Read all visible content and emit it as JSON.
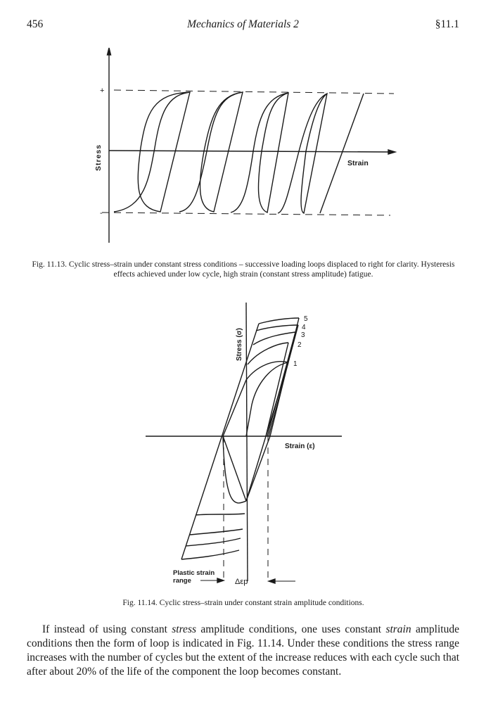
{
  "header": {
    "page_number": "456",
    "running_title": "Mechanics of Materials 2",
    "section": "§11.1"
  },
  "figure1": {
    "plus_label": "+",
    "minus_label": "-",
    "y_axis_label": "Stress",
    "x_axis_label": "Strain",
    "caption": "Fig. 11.13. Cyclic stress–strain under constant stress conditions – successive loading loops displaced to right for clarity. Hysteresis effects achieved under low cycle, high strain (constant stress amplitude) fatigue."
  },
  "figure2": {
    "y_axis_label": "Stress (σ)",
    "x_axis_label": "Strain (ε)",
    "cycle_labels": [
      "1",
      "2",
      "3",
      "4",
      "5"
    ],
    "plastic_label_line1": "Plastic strain",
    "plastic_label_line2": "range",
    "delta_label": "Δεp",
    "caption": "Fig. 11.14. Cyclic stress–strain under constant strain amplitude conditions."
  },
  "body": {
    "p1": "If instead of using constant ",
    "em1": "stress",
    "p2": " amplitude conditions, one uses constant ",
    "em2": "strain",
    "p3": " amplitude conditions then the form of loop is indicated in Fig. 11.14. Under these conditions the stress range increases with the number of cycles but the extent of the increase reduces with each cycle such that after about 20% of the life of the component the loop becomes constant."
  }
}
